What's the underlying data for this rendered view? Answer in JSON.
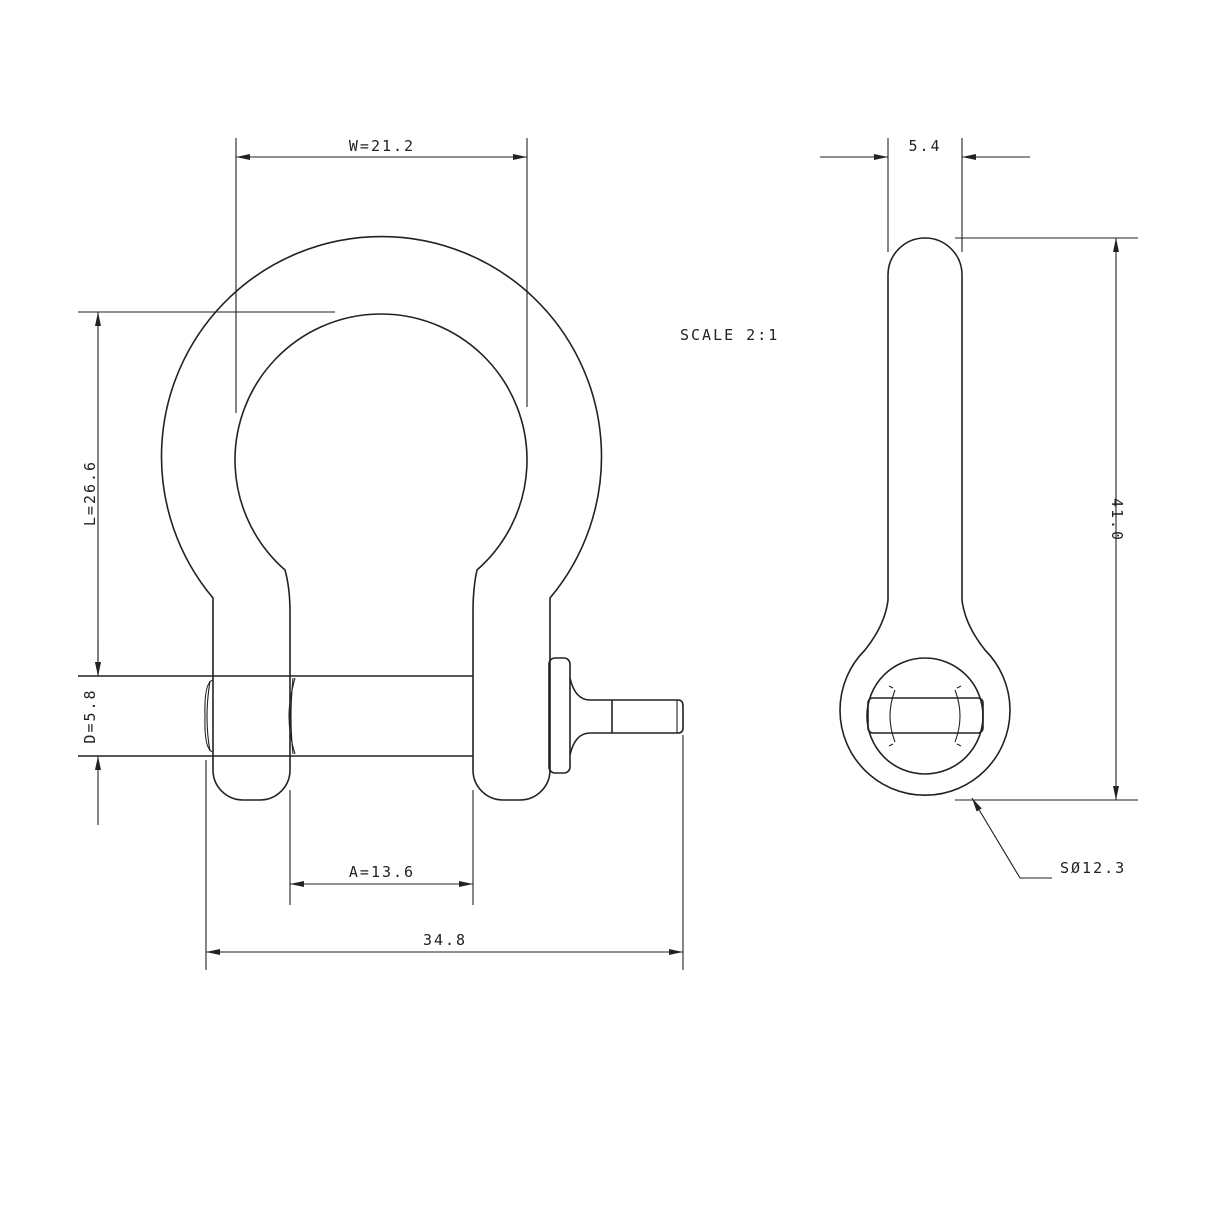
{
  "drawing": {
    "scale_label": "SCALE  2:1",
    "dimensions": {
      "width": "W=21.2",
      "length": "L=26.6",
      "diameter": "D=5.8",
      "opening": "A=13.6",
      "overall": "34.8",
      "thickness": "5.4",
      "height": "41.0",
      "eye": "SØ12.3"
    },
    "line_color": "#222222"
  }
}
